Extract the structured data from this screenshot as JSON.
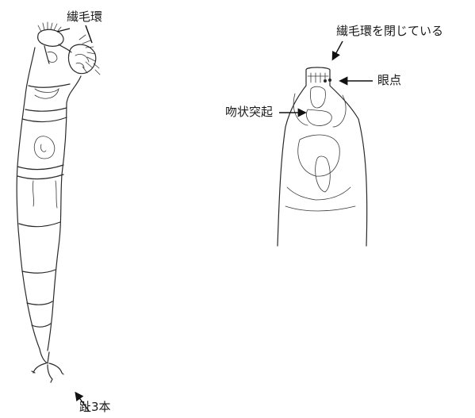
{
  "labels": {
    "cilia_ring": "繊毛環",
    "toes": "趾3本",
    "cilia_closed": "繊毛環を閉じている",
    "eyespot": "眼点",
    "rostrum": "吻状突起"
  },
  "colors": {
    "ink": "#2a2a2a",
    "background": "#ffffff"
  }
}
